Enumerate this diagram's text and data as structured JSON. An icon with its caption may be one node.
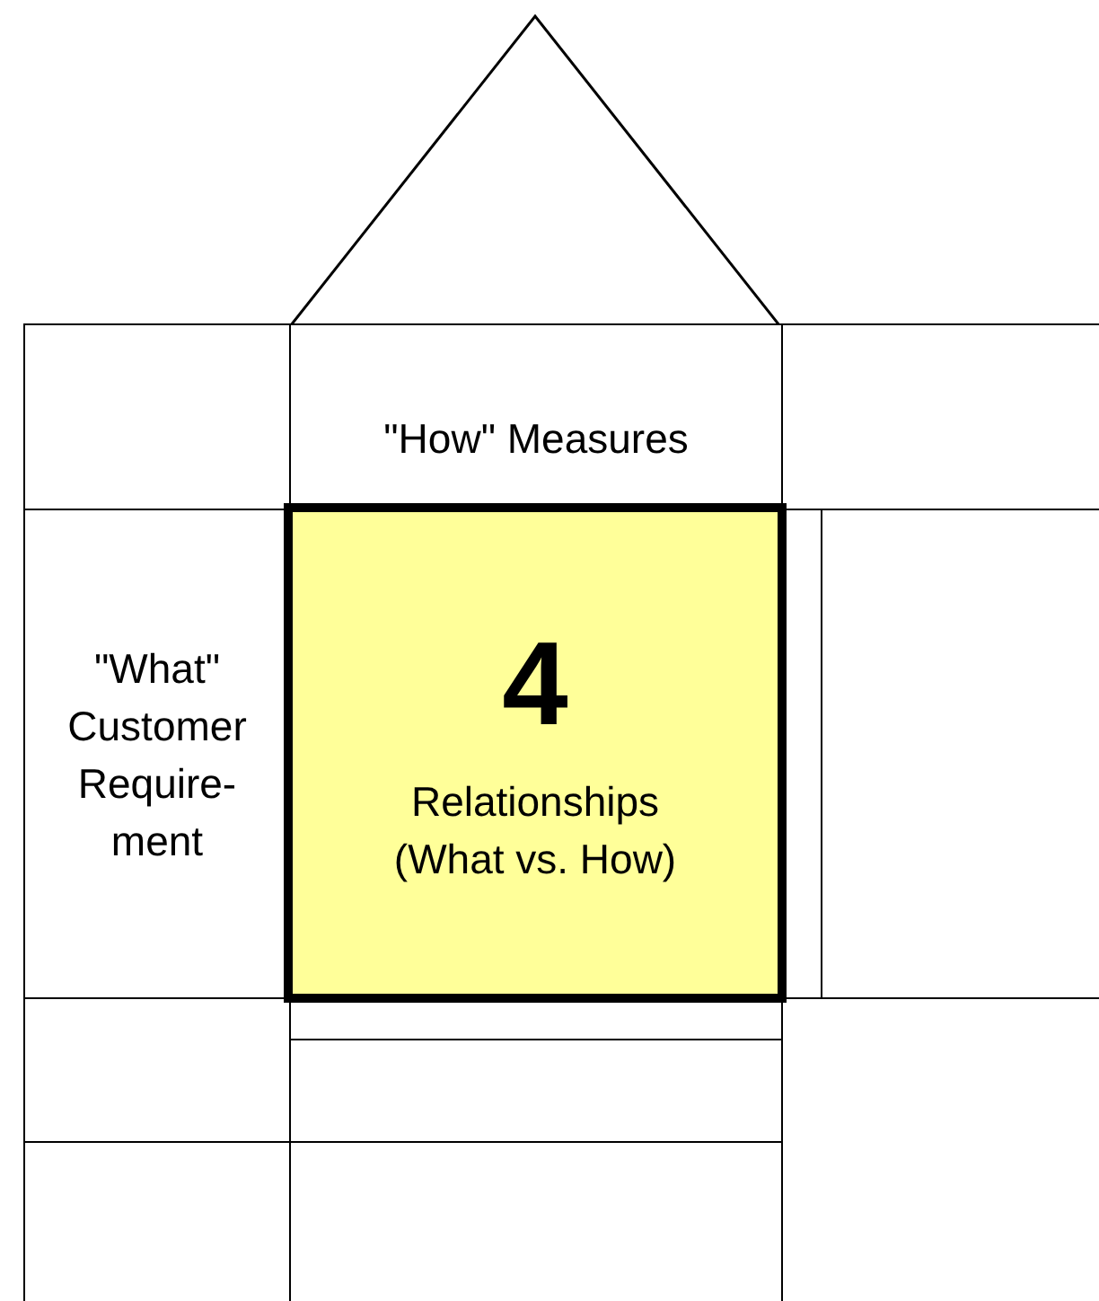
{
  "diagram": {
    "nodes": [
      {
        "text": [],
        "shape": "triangle"
      },
      {
        "text": [],
        "shape": "box"
      },
      {
        "text": [
          "\"How\" Measures"
        ]
      },
      {
        "text": [],
        "shape": "box"
      },
      {
        "text": [
          "\"What\" Customer Require- ment"
        ]
      },
      {
        "text": [
          "4",
          "Relationships (What vs. How)"
        ]
      },
      {
        "text": [],
        "shape": "box"
      },
      {
        "text": [],
        "shape": "box"
      },
      {
        "text": [],
        "shape": "box"
      },
      {
        "text": [],
        "shape": "box"
      },
      {
        "text": [],
        "shape": "box"
      },
      {
        "text": [],
        "shape": "box"
      },
      {
        "text": [],
        "shape": "box"
      }
    ]
  }
}
